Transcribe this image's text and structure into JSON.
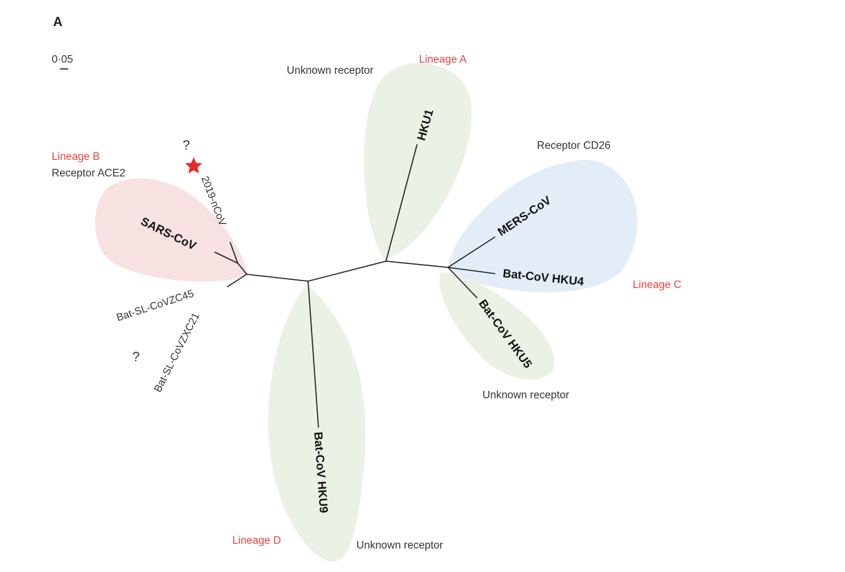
{
  "panel_label": "A",
  "scale_bar": {
    "label": "0·05"
  },
  "colors": {
    "lineage_text": "#e8413c",
    "clade_green": "#eaf2e5",
    "clade_blue": "#e3edf8",
    "clade_pink": "#f7e1e1",
    "branch": "#222222",
    "star": "#e62b2b"
  },
  "lineages": {
    "a": "Lineage A",
    "b": "Lineage B",
    "c": "Lineage C",
    "d": "Lineage D"
  },
  "receptors": {
    "lineage_a": "Unknown receptor",
    "lineage_b": "Receptor ACE2",
    "lineage_c": "Receptor CD26",
    "hku5": "Unknown receptor",
    "lineage_d": "Unknown receptor"
  },
  "taxa": {
    "hku1": "HKU1",
    "mers": "MERS-CoV",
    "hku4": "Bat-CoV HKU4",
    "hku5": "Bat-CoV HKU5",
    "hku9": "Bat-CoV HKU9",
    "sars": "SARS-CoV",
    "ncov": "2019-nCoV",
    "zc45": "Bat-SL-CoVZC45",
    "zxc21": "Bat-SL-CoVZXC21"
  },
  "question_marks": {
    "top": "?",
    "bottom": "?"
  },
  "star_icon": "star-icon"
}
